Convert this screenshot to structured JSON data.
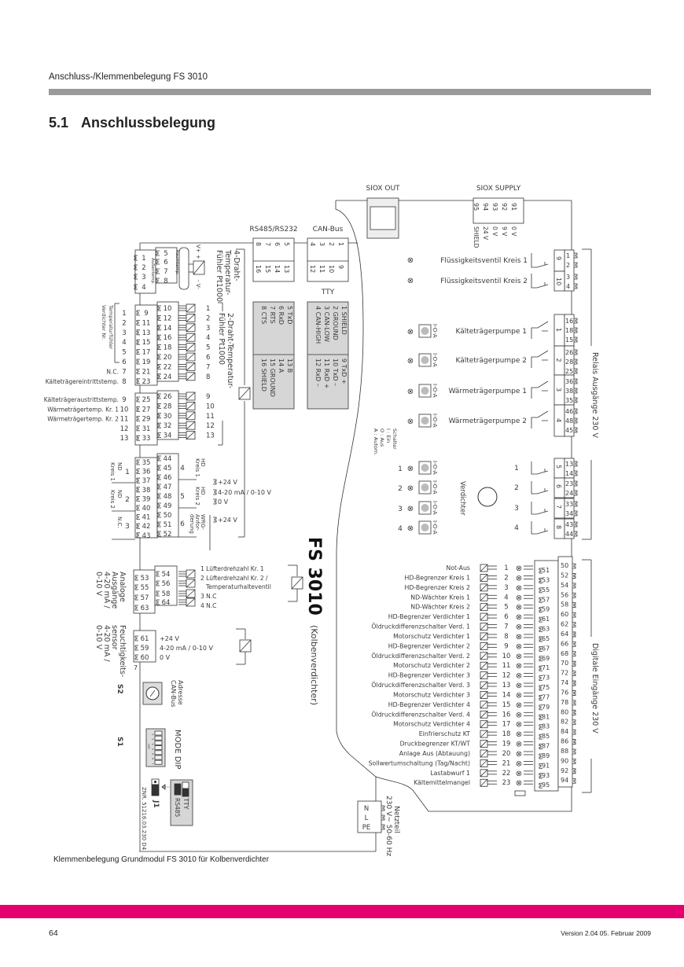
{
  "header": {
    "title": "Anschluss-/Klemmenbelegung FS 3010"
  },
  "section": {
    "number": "5.1",
    "title": "Anschlussbelegung"
  },
  "caption": "Klemmenbelegung Grundmodul FS 3010 für Kolbenverdichter",
  "footer": {
    "page": "64",
    "version": "Version 2.04   05. Februar 2009"
  },
  "colors": {
    "accent": "#e5006f",
    "rule": "#9a9a9a",
    "panel": "#d6d6d6",
    "line": "#333333"
  },
  "diagram": {
    "model": {
      "name": "FS 3010",
      "variant": "(Kolbenverdichter)"
    },
    "siox_out": "SIOX OUT",
    "siox_supply": {
      "title": "SIOX SUPPLY",
      "pins": [
        "95",
        "94",
        "93",
        "92",
        "91"
      ],
      "labels": [
        "SHIELD",
        "24 V",
        "0 V",
        "9 V",
        "0 V"
      ]
    },
    "rs485": {
      "title": "RS485/RS232",
      "pins_top": [
        "8",
        "7",
        "6",
        "5"
      ],
      "pins_bottom": [
        "16",
        "15",
        "14",
        "13"
      ],
      "table_top": [
        "5  TxD",
        "6  RxD",
        "7  RTS",
        "8  CTS"
      ],
      "table_bottom": [
        "13  B",
        "14  A",
        "15  GROUND",
        "16  SHIELD"
      ]
    },
    "can": {
      "title": "CAN-Bus",
      "tty": "TTY",
      "pins_top": [
        "4",
        "3",
        "2",
        "1"
      ],
      "pins_bottom": [
        "12",
        "11",
        "10",
        "9"
      ],
      "table_top": [
        "1  SHIELD",
        "2  GROUND",
        "3  CAN-LOW",
        "4  CAN-HIGH"
      ],
      "table_bottom": [
        "9  TxD +",
        "10  TxD –",
        "11  RxD +",
        "12  RxD –"
      ]
    },
    "sensor4": {
      "title_lines": [
        "4-Draht-",
        "Temperatur-",
        "Fühler Pt1000"
      ],
      "left_pins": [
        "1",
        "2",
        "3",
        "4"
      ],
      "right_pins": [
        "5",
        "6",
        "7",
        "8"
      ],
      "raum": "Raumtemp.",
      "aussen": "Außentemp.",
      "v_plus": "V+ +",
      "v_minus": "- V-"
    },
    "sensor2": {
      "title_lines": [
        "2-Draht-Temperatur-",
        "Fühler Pt1000"
      ],
      "left_pins_a": [
        "9",
        "11",
        "13",
        "15",
        "17",
        "19",
        "21",
        "23"
      ],
      "right_pins_a": [
        "10",
        "12",
        "14",
        "16",
        "18",
        "20",
        "22",
        "24"
      ],
      "numbers_a": [
        "1",
        "2",
        "3",
        "4",
        "5",
        "6",
        "7",
        "8"
      ],
      "left_pins_b": [
        "25",
        "27",
        "29",
        "31",
        "33"
      ],
      "right_pins_b": [
        "26",
        "28",
        "30",
        "32",
        "34"
      ],
      "numbers_b": [
        "9",
        "10",
        "11",
        "12",
        "13"
      ]
    },
    "temp_inputs": {
      "group_lines": [
        "Temperaturfühler",
        "Verdichter Nr."
      ],
      "numbers": [
        "1",
        "2",
        "3",
        "4",
        "5",
        "6",
        "7",
        "8",
        "9",
        "10",
        "11",
        "12",
        "13"
      ],
      "labels": [
        "",
        "",
        "",
        "",
        "",
        "",
        "N.C.",
        "Kälteträgereintrittstemp.",
        "Kälteträgeraustrittstemp.",
        "Wärmeträgertemp. Kr. 1",
        "Wärmeträgertemp. Kr. 2",
        "",
        ""
      ]
    },
    "pressure": {
      "left_pins": [
        "35",
        "36",
        "37",
        "38",
        "39",
        "40",
        "41",
        "42",
        "43"
      ],
      "right_pins": [
        "44",
        "45",
        "46",
        "47",
        "48",
        "49",
        "50",
        "51",
        "52"
      ],
      "groups_left": [
        {
          "n": "1",
          "lines": [
            "ND",
            "Kreis 1"
          ]
        },
        {
          "n": "2",
          "lines": [
            "ND",
            "Kreis 2"
          ]
        },
        {
          "n": "3",
          "lines": [
            "N.C."
          ]
        }
      ],
      "groups_right": [
        {
          "n": "4",
          "lines": [
            "HD",
            "Kreis 1"
          ]
        },
        {
          "n": "5",
          "lines": [
            "HD",
            "Kreis 2"
          ]
        },
        {
          "n": "6",
          "lines": [
            "WRG-",
            "Anfor-",
            "derung"
          ]
        }
      ],
      "supply": [
        "+24 V",
        "4-20 mA / 0-10 V",
        "0 V",
        "+24 V"
      ]
    },
    "analog_out": {
      "title_lines": [
        "Analoge",
        "Ausgänge",
        "4-20 mA /",
        "0-10 V"
      ],
      "left_pins": [
        "53",
        "55",
        "57",
        "63"
      ],
      "right_pins": [
        "54",
        "56",
        "58",
        "64"
      ],
      "labels": [
        "1 Lüfterdrehzahl Kr. 1",
        "2 Lüfterdrehzahl Kr. 2 /",
        "Temperaturhalteventil",
        "3 N.C",
        "4 N.C"
      ]
    },
    "humidity": {
      "title_lines": [
        "Feuchtigkeits-",
        "sensor",
        "4-20 mA /",
        "0-10 V"
      ],
      "pins": [
        "61",
        "59",
        "60"
      ],
      "labels": [
        "+24 V",
        "4-20 mA / 0-10 V",
        "0 V"
      ],
      "index": "7"
    },
    "s2": {
      "id": "S2",
      "label_lines": [
        "Adresse",
        "CAN-Bus"
      ]
    },
    "s1": {
      "id": "S1",
      "label": "MODE DIP",
      "dip_numbers": [
        "1",
        "2",
        "3",
        "4",
        "5",
        "6",
        "7"
      ],
      "off_label": "OFF"
    },
    "j1": {
      "id": "J1",
      "options": [
        "TTY",
        "RS485"
      ]
    },
    "part_number": "ZNR. 51216.03.230 D4",
    "relays": {
      "title": "Relais Ausgänge 230 V",
      "valves": [
        {
          "label": "Flüssigkeitsventil Kreis 1",
          "relay": "9",
          "pins": [
            "1",
            "2"
          ]
        },
        {
          "label": "Flüssigkeitsventil Kreis 2",
          "relay": "10",
          "pins": [
            "3",
            "4"
          ]
        }
      ],
      "pumps": [
        {
          "label": "Kälteträgerpumpe 1",
          "relay": "1",
          "pins": [
            "16",
            "18",
            "15"
          ]
        },
        {
          "label": "Kälteträgerpumpe 2",
          "relay": "2",
          "pins": [
            "26",
            "28",
            "25"
          ]
        },
        {
          "label": "Wärmeträgerpumpe 1",
          "relay": "3",
          "pins": [
            "36",
            "38",
            "35"
          ]
        },
        {
          "label": "Wärmeträgerpumpe 2",
          "relay": "4",
          "pins": [
            "46",
            "48",
            "45"
          ]
        }
      ],
      "switch_label": "I-O-A",
      "switch_legend": [
        "Schalter",
        "I : Ein",
        "O : Aus",
        "A : Autom."
      ],
      "compressor_label": "Verdichter",
      "compressors": [
        {
          "n": "1",
          "relay": "5",
          "pins": [
            "13",
            "14"
          ]
        },
        {
          "n": "2",
          "relay": "6",
          "pins": [
            "23",
            "24"
          ]
        },
        {
          "n": "3",
          "relay": "7",
          "pins": [
            "33",
            "34"
          ]
        },
        {
          "n": "4",
          "relay": "8",
          "pins": [
            "43",
            "44"
          ]
        }
      ]
    },
    "digital_inputs": {
      "title": "Digitale Eingänge 230 V",
      "items": [
        {
          "n": "1",
          "label": "Not-Aus"
        },
        {
          "n": "2",
          "label": "HD-Begrenzer Kreis 1"
        },
        {
          "n": "3",
          "label": "HD-Begrenzer Kreis 2"
        },
        {
          "n": "4",
          "label": "ND-Wächter Kreis 1"
        },
        {
          "n": "5",
          "label": "ND-Wächter Kreis 2"
        },
        {
          "n": "6",
          "label": "HD-Begrenzer Verdichter 1"
        },
        {
          "n": "7",
          "label": "Öldruckdifferenzschalter Verd. 1"
        },
        {
          "n": "8",
          "label": "Motorschutz Verdichter 1"
        },
        {
          "n": "9",
          "label": "HD-Begrenzer Verdichter 2"
        },
        {
          "n": "10",
          "label": "Öldruckdifferenzschalter Verd. 2"
        },
        {
          "n": "11",
          "label": "Motorschutz Verdichter 2"
        },
        {
          "n": "12",
          "label": "HD-Begrenzer Verdichter 3"
        },
        {
          "n": "13",
          "label": "Öldruckdifferenzschalter Verd. 3"
        },
        {
          "n": "14",
          "label": "Motorschutz Verdichter  3"
        },
        {
          "n": "15",
          "label": "HD-Begrenzer Verdichter 4"
        },
        {
          "n": "16",
          "label": "Öldruckdifferenzschalter Verd. 4"
        },
        {
          "n": "17",
          "label": "Motorschutz Verdichter  4"
        },
        {
          "n": "18",
          "label": "Einfrierschutz KT"
        },
        {
          "n": "19",
          "label": "Druckbegrenzer KT/WT"
        },
        {
          "n": "20",
          "label": "Anlage Aus (Abtauung)"
        },
        {
          "n": "21",
          "label": "Sollwertumschaltung (Tag/Nacht)"
        },
        {
          "n": "22",
          "label": "Lastabwurf 1"
        },
        {
          "n": "23",
          "label": "Kältemittelmangel"
        }
      ],
      "left_pins": [
        "51",
        "53",
        "55",
        "57",
        "59",
        "61",
        "63",
        "65",
        "67",
        "69",
        "71",
        "73",
        "75",
        "77",
        "79",
        "81",
        "83",
        "85",
        "87",
        "89",
        "91",
        "93",
        "95"
      ],
      "right_pins": [
        "50",
        "52",
        "54",
        "56",
        "58",
        "60",
        "62",
        "64",
        "66",
        "68",
        "70",
        "72",
        "74",
        "76",
        "78",
        "80",
        "82",
        "84",
        "86",
        "88",
        "90",
        "92",
        "94"
      ]
    },
    "power": {
      "title": "Netzteil",
      "spec": "230 V~  50-60 Hz",
      "pins": [
        "N",
        "L",
        "PE"
      ]
    }
  }
}
